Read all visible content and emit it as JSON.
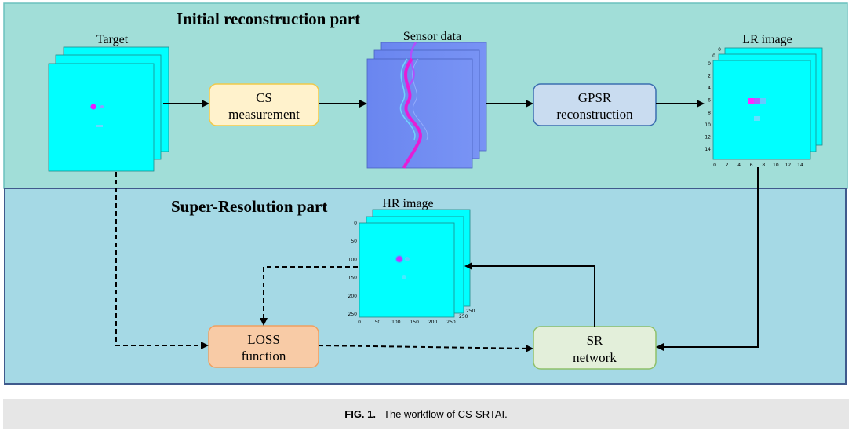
{
  "sections": {
    "initial": "Initial reconstruction part",
    "super_resolution": "Super-Resolution part"
  },
  "labels": {
    "target": "Target",
    "sensor_data": "Sensor data",
    "lr_image": "LR image",
    "hr_image": "HR image"
  },
  "boxes": {
    "cs": [
      "CS",
      "measurement"
    ],
    "gpsr": [
      "GPSR",
      "reconstruction"
    ],
    "loss": [
      "LOSS",
      "function"
    ],
    "sr": [
      "SR",
      "network"
    ]
  },
  "lr_axis": {
    "x_ticks": [
      "0",
      "2",
      "4",
      "6",
      "8",
      "10",
      "12",
      "14"
    ],
    "y_ticks": [
      "0",
      "2",
      "4",
      "6",
      "8",
      "10",
      "12",
      "14"
    ],
    "back_ticks": [
      "0",
      "0"
    ]
  },
  "hr_axis": {
    "x_ticks": [
      "0",
      "50",
      "100",
      "150",
      "200",
      "250"
    ],
    "y_ticks": [
      "0",
      "50",
      "100",
      "150",
      "200",
      "250"
    ],
    "back_ticks": [
      "250",
      "250"
    ]
  },
  "caption": {
    "label": "FIG. 1.",
    "text": "The workflow of CS-SRTAI."
  },
  "colors": {
    "top_panel": "#a1ded8",
    "bottom_panel": "#a5d9e5",
    "cyan": "#00ffff",
    "magenta": "#e020ff",
    "sensor_blue": "#6f8ff5",
    "cs_box": "#fff2cc",
    "gpsr_box": "#c9dcf0",
    "loss_box": "#f8cba6",
    "sr_box": "#e3efda"
  }
}
